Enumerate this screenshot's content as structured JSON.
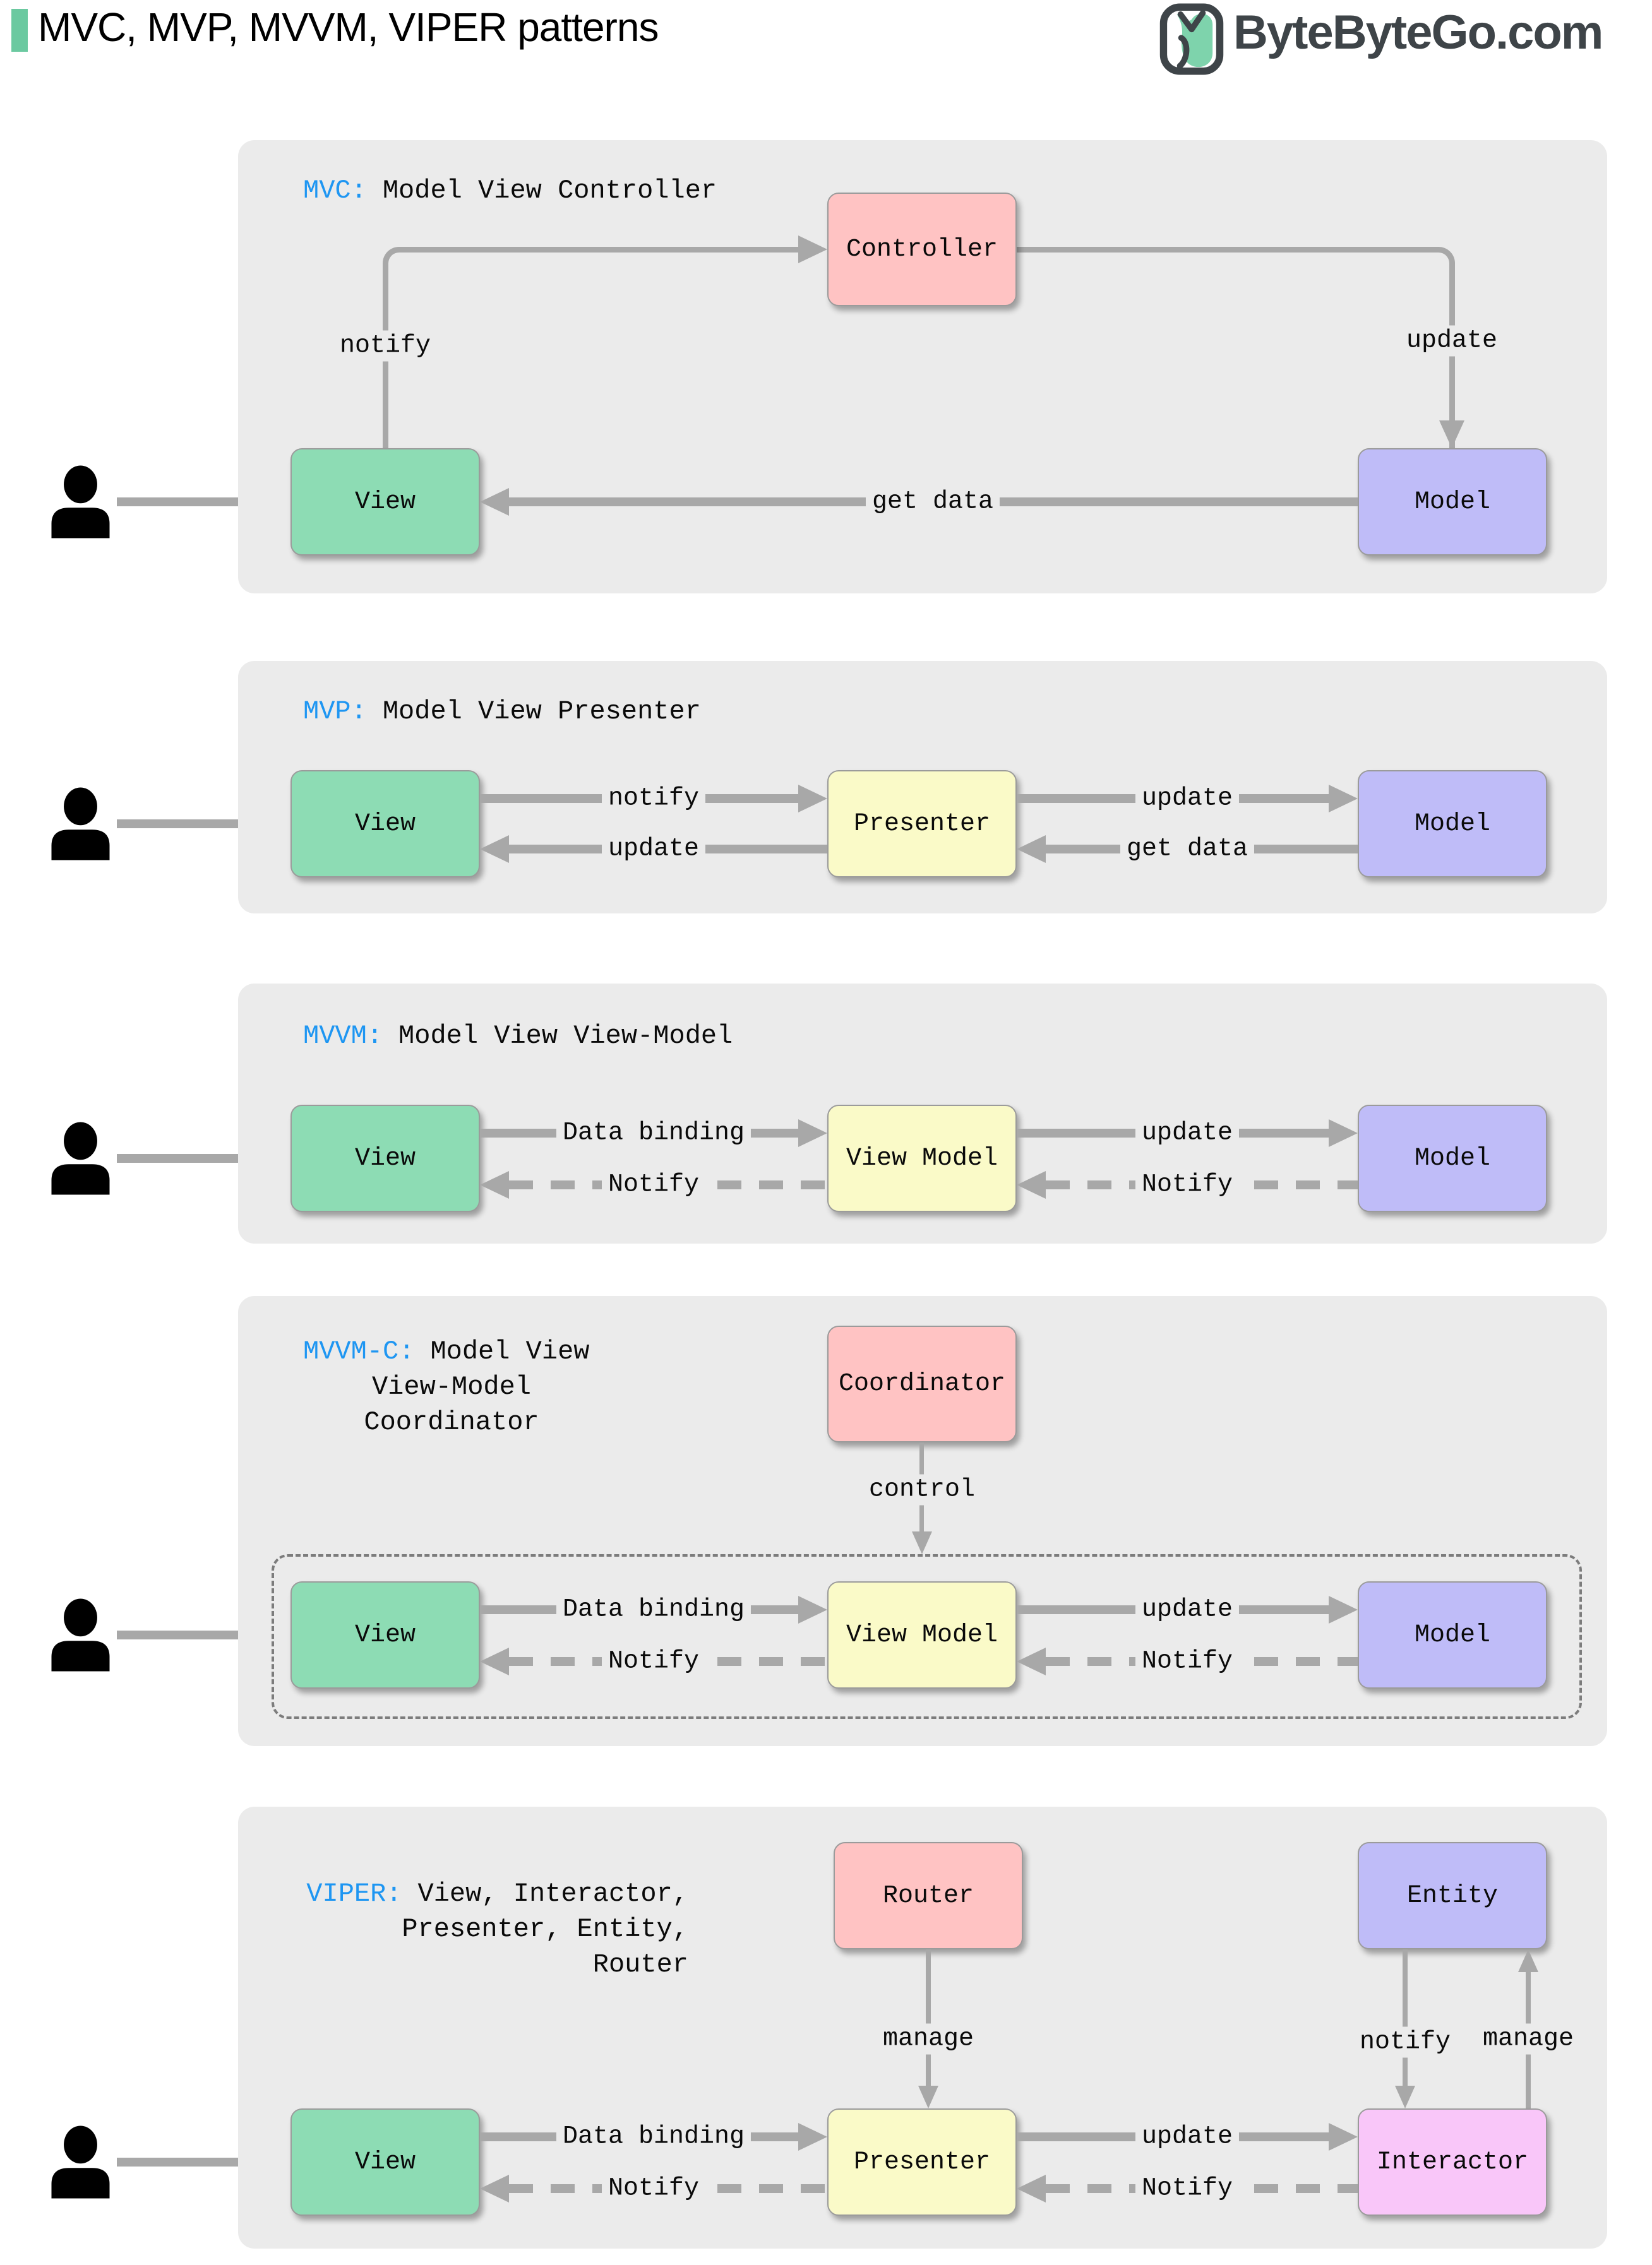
{
  "header": {
    "title": "MVC, MVP, MVVM, VIPER patterns",
    "brand": "ByteByteGo.com"
  },
  "icons": {
    "user": "user-icon",
    "brand": "bytebytego-bird-icon"
  },
  "colors": {
    "accent_green": "#6BC9A0",
    "panel_bg": "#EBEBEB",
    "box_green": "#8DDCB4",
    "box_pink": "#FFC3C3",
    "box_purple": "#BFBCF8",
    "box_yellow": "#FAFAC8",
    "box_magenta": "#F9C6F9",
    "arrow_gray": "#A8A8A8",
    "label_blue": "#1E96F2",
    "brand_dark": "#3E4448"
  },
  "panels": [
    {
      "abbr": "MVC:",
      "title": "Model View Controller",
      "boxes": {
        "controller": "Controller",
        "view": "View",
        "model": "Model"
      },
      "labels": {
        "notify": "notify",
        "update": "update",
        "get_data": "get data"
      }
    },
    {
      "abbr": "MVP:",
      "title": "Model View Presenter",
      "boxes": {
        "view": "View",
        "presenter": "Presenter",
        "model": "Model"
      },
      "labels": {
        "notify": "notify",
        "update_top": "update",
        "update_bottom": "update",
        "get_data": "get data"
      }
    },
    {
      "abbr": "MVVM:",
      "title": "Model View View-Model",
      "boxes": {
        "view": "View",
        "view_model": "View Model",
        "model": "Model"
      },
      "labels": {
        "data_binding": "Data binding",
        "update": "update",
        "notify_left": "Notify",
        "notify_right": "Notify"
      }
    },
    {
      "abbr": "MVVM-C:",
      "title_lines": [
        "Model View",
        "View-Model",
        "Coordinator"
      ],
      "boxes": {
        "coordinator": "Coordinator",
        "view": "View",
        "view_model": "View Model",
        "model": "Model"
      },
      "labels": {
        "control": "control",
        "data_binding": "Data binding",
        "update": "update",
        "notify_left": "Notify",
        "notify_right": "Notify"
      }
    },
    {
      "abbr": "VIPER:",
      "title_lines": [
        "View, Interactor,",
        "Presenter, Entity,",
        "Router"
      ],
      "boxes": {
        "router": "Router",
        "entity": "Entity",
        "view": "View",
        "presenter": "Presenter",
        "interactor": "Interactor"
      },
      "labels": {
        "manage_router": "manage",
        "notify_entity": "notify",
        "manage_entity": "manage",
        "data_binding": "Data binding",
        "update": "update",
        "notify_left": "Notify",
        "notify_right": "Notify"
      }
    }
  ]
}
